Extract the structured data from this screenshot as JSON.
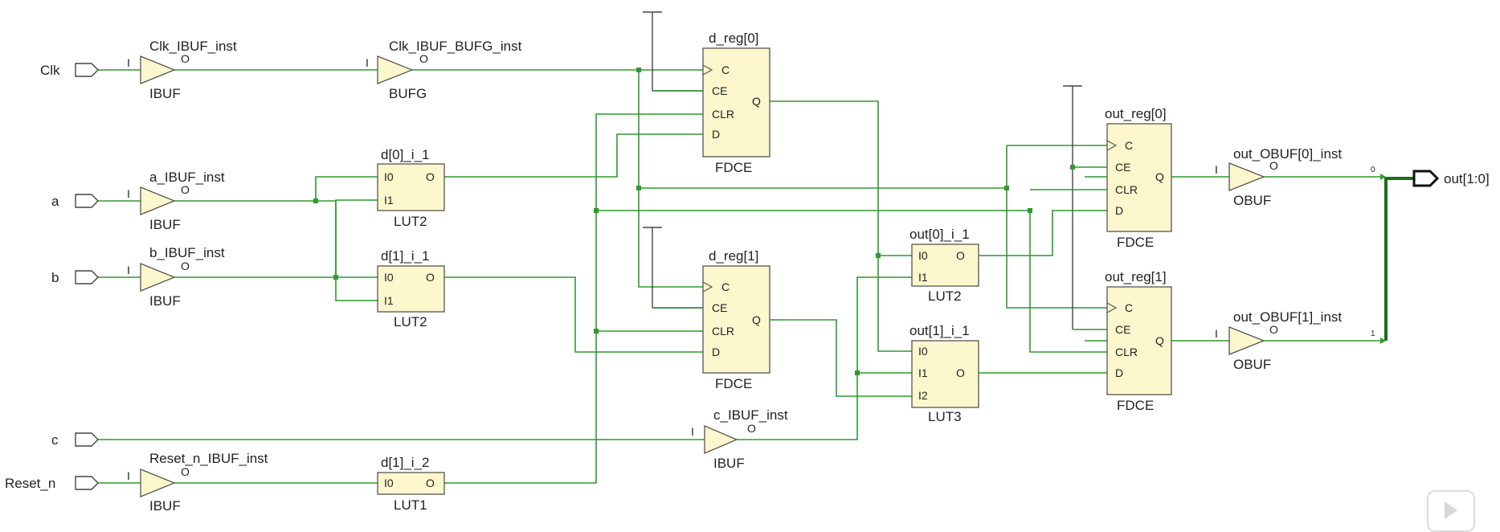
{
  "ports": {
    "clk": "Clk",
    "a": "a",
    "b": "b",
    "c": "c",
    "reset_n": "Reset_n",
    "out": "out[1:0]"
  },
  "cells": {
    "clk_ibuf": {
      "name": "Clk_IBUF_inst",
      "type": "IBUF"
    },
    "bufg": {
      "name": "Clk_IBUF_BUFG_inst",
      "type": "BUFG"
    },
    "a_ibuf": {
      "name": "a_IBUF_inst",
      "type": "IBUF"
    },
    "b_ibuf": {
      "name": "b_IBUF_inst",
      "type": "IBUF"
    },
    "reset_ibuf": {
      "name": "Reset_n_IBUF_inst",
      "type": "IBUF"
    },
    "c_ibuf": {
      "name": "c_IBUF_inst",
      "type": "IBUF"
    },
    "d0_lut": {
      "name": "d[0]_i_1",
      "type": "LUT2"
    },
    "d1_lut": {
      "name": "d[1]_i_1",
      "type": "LUT2"
    },
    "d1_i2": {
      "name": "d[1]_i_2",
      "type": "LUT1"
    },
    "d_reg0": {
      "name": "d_reg[0]",
      "type": "FDCE"
    },
    "d_reg1": {
      "name": "d_reg[1]",
      "type": "FDCE"
    },
    "out0_lut": {
      "name": "out[0]_i_1",
      "type": "LUT2"
    },
    "out1_lut": {
      "name": "out[1]_i_1",
      "type": "LUT3"
    },
    "out_reg0": {
      "name": "out_reg[0]",
      "type": "FDCE"
    },
    "out_reg1": {
      "name": "out_reg[1]",
      "type": "FDCE"
    },
    "obuf0": {
      "name": "out_OBUF[0]_inst",
      "type": "OBUF"
    },
    "obuf1": {
      "name": "out_OBUF[1]_inst",
      "type": "OBUF"
    }
  },
  "pins": {
    "I": "I",
    "O": "O",
    "C": "C",
    "CE": "CE",
    "CLR": "CLR",
    "D": "D",
    "Q": "Q",
    "I0": "I0",
    "I1": "I1",
    "I2": "I2"
  },
  "bus_bits": {
    "bit0": "0",
    "bit1": "1"
  },
  "colors": {
    "wire": "#2e9a2e",
    "cell_fill": "#fdf7cd",
    "bus": "#1e6e1e"
  }
}
